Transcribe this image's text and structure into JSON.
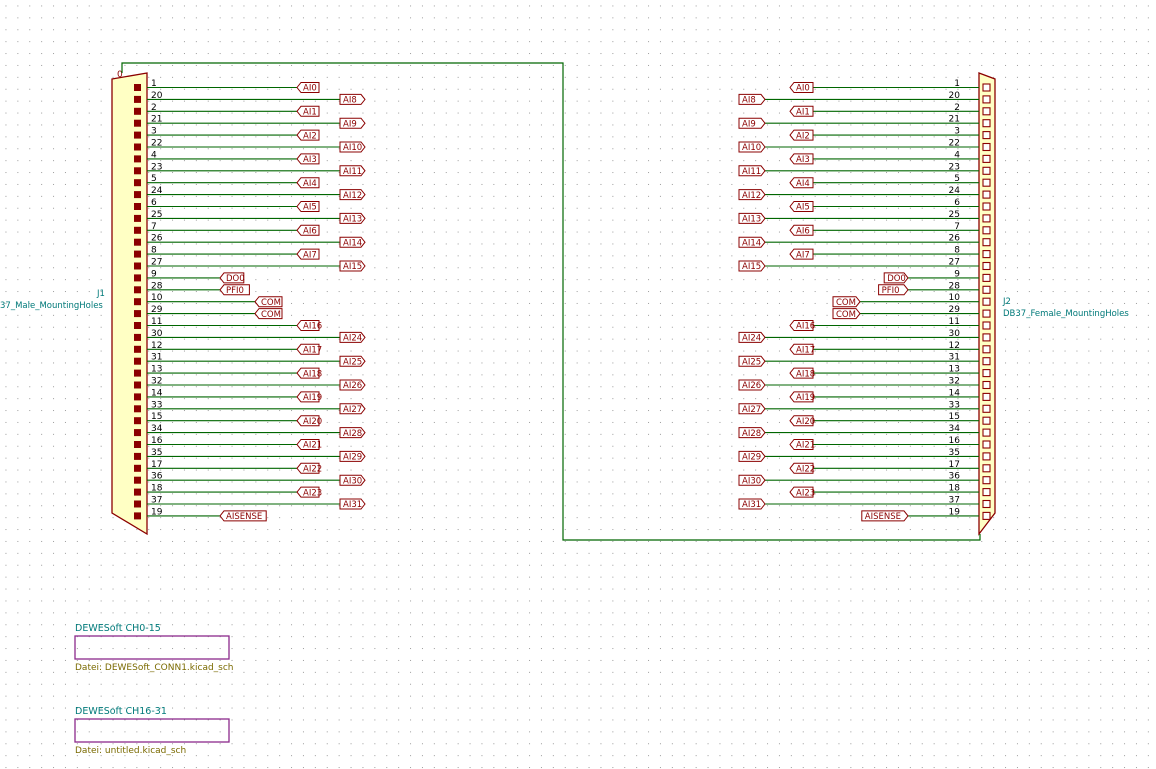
{
  "colors": {
    "background": "#ffffff",
    "grid_dot": "#9a9a9a",
    "wire": "#006600",
    "component_outline": "#8b0000",
    "component_fill": "#ffffc4",
    "pin_dot_male": "#8b0000",
    "label_text": "#8b0000",
    "reference_text": "#007a7a",
    "sheet_border": "#8b2a8b",
    "sheet_file_text": "#7a6a00"
  },
  "connectors": {
    "j1": {
      "reference": "J1",
      "value": "37_Male_MountingHoles",
      "pins": [
        "1",
        "20",
        "2",
        "21",
        "3",
        "22",
        "4",
        "23",
        "5",
        "24",
        "6",
        "25",
        "7",
        "26",
        "8",
        "27",
        "9",
        "28",
        "10",
        "29",
        "11",
        "30",
        "12",
        "31",
        "13",
        "32",
        "14",
        "33",
        "15",
        "34",
        "16",
        "35",
        "17",
        "36",
        "18",
        "37",
        "19"
      ],
      "labels": [
        "AI0",
        "AI8",
        "AI1",
        "AI9",
        "AI2",
        "AI10",
        "AI3",
        "AI11",
        "AI4",
        "AI12",
        "AI5",
        "AI13",
        "AI6",
        "AI14",
        "AI7",
        "AI15",
        "DO0",
        "PFI0",
        "COM",
        "COM",
        "AI16",
        "AI24",
        "AI17",
        "AI25",
        "AI18",
        "AI26",
        "AI19",
        "AI27",
        "AI20",
        "AI28",
        "AI21",
        "AI29",
        "AI22",
        "AI30",
        "AI23",
        "AI31",
        "AISENSE"
      ]
    },
    "j2": {
      "reference": "J2",
      "value": "DB37_Female_MountingHoles",
      "pins": [
        "1",
        "20",
        "2",
        "21",
        "3",
        "22",
        "4",
        "23",
        "5",
        "24",
        "6",
        "25",
        "7",
        "26",
        "8",
        "27",
        "9",
        "28",
        "10",
        "29",
        "11",
        "30",
        "12",
        "31",
        "13",
        "32",
        "14",
        "33",
        "15",
        "34",
        "16",
        "35",
        "17",
        "36",
        "18",
        "37",
        "19"
      ],
      "labels": [
        "AI0",
        "AI8",
        "AI1",
        "AI9",
        "AI2",
        "AI10",
        "AI3",
        "AI11",
        "AI4",
        "AI12",
        "AI5",
        "AI13",
        "AI6",
        "AI14",
        "AI7",
        "AI15",
        "DO0",
        "PFI0",
        "COM",
        "COM",
        "AI16",
        "AI24",
        "AI17",
        "AI25",
        "AI18",
        "AI26",
        "AI19",
        "AI27",
        "AI20",
        "AI28",
        "AI21",
        "AI29",
        "AI22",
        "AI30",
        "AI23",
        "AI31",
        "AISENSE"
      ]
    }
  },
  "sheets": [
    {
      "title": "DEWESoft CH0-15",
      "file": "Datei: DEWESoft_CONN1.kicad_sch"
    },
    {
      "title": "DEWESoft CH16-31",
      "file": "Datei: untitled.kicad_sch"
    }
  ]
}
